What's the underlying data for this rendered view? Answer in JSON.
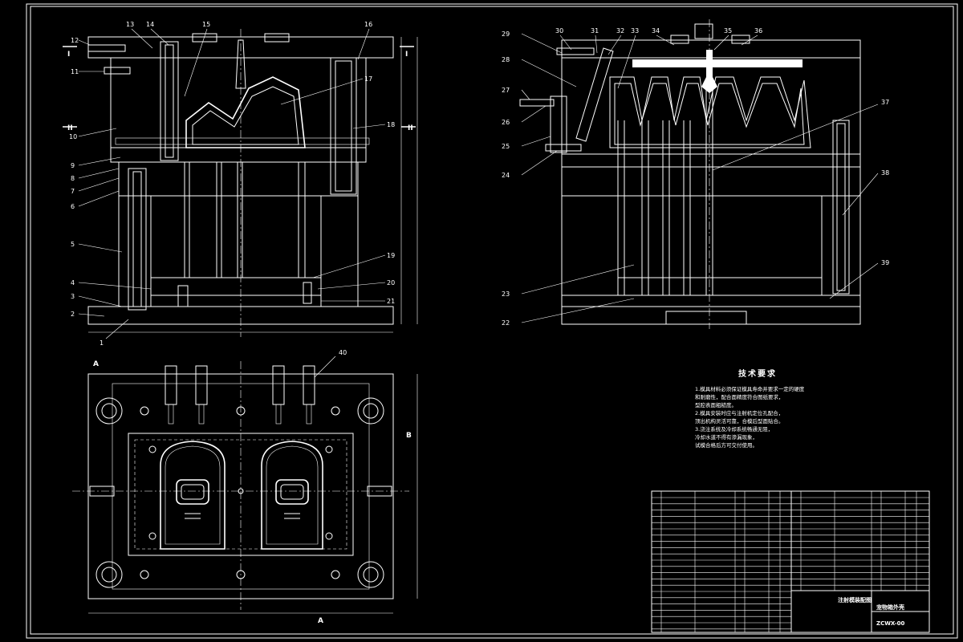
{
  "callouts_left": [
    "1",
    "2",
    "3",
    "4",
    "5",
    "6",
    "7",
    "8",
    "9",
    "10",
    "11",
    "12",
    "13",
    "14",
    "15",
    "16",
    "17",
    "18",
    "19",
    "20",
    "21"
  ],
  "callouts_right": [
    "22",
    "23",
    "24",
    "25",
    "26",
    "27",
    "28",
    "29",
    "30",
    "31",
    "32",
    "33",
    "34",
    "35",
    "36",
    "37",
    "38",
    "39"
  ],
  "callout_40": "40",
  "section_marks": {
    "left_I": "I",
    "right_I": "I",
    "left_II": "II",
    "right_II": "II",
    "A": "A",
    "B": "B"
  },
  "tech_requirements": {
    "title": "技术要求",
    "lines": [
      "1.模具材料必须保证模具寿命并要求一定的硬度",
      "  和耐磨性，配合面精度符合图纸要求，",
      "  型腔表面粗糙度。",
      "2.模具安装时应与注射机定位孔配合，",
      "  顶出机构灵活可靠，合模后型面贴合。",
      "3.浇注系统及冷却系统畅通无阻，",
      "  冷却水道不得有渗漏现象，",
      "  试模合格后方可交付使用。"
    ]
  },
  "title_block": {
    "mould_name": "注射模装配图",
    "part_name": "宠物箱外壳",
    "drawing_no": "ZCWX-00"
  },
  "colors": {
    "background": "#000000",
    "lines": "#ffffff"
  }
}
